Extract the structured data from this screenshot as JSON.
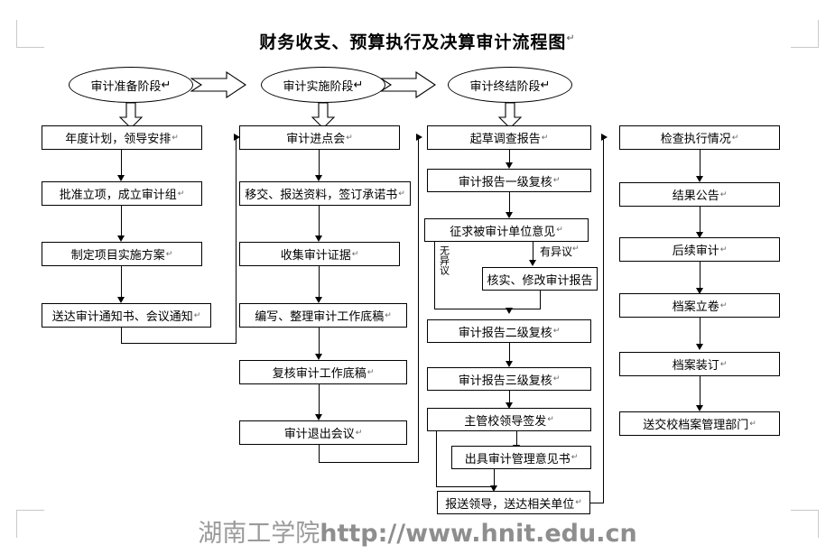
{
  "page": {
    "title": "财务收支、预算执行及决算审计流程图",
    "pilcrow": "↵"
  },
  "phases": [
    {
      "label": "审计准备阶段",
      "pilcrow": "↵"
    },
    {
      "label": "审计实施阶段",
      "pilcrow": "↵"
    },
    {
      "label": "审计终结阶段",
      "pilcrow": "↵"
    }
  ],
  "columns": {
    "preparation": [
      {
        "label": "年度计划，领导安排",
        "pilcrow": "↵"
      },
      {
        "label": "批准立项，成立审计组",
        "pilcrow": "↵"
      },
      {
        "label": "制定项目实施方案",
        "pilcrow": "↵"
      },
      {
        "label": "送达审计通知书、会议通知",
        "pilcrow": "↵"
      }
    ],
    "implementation": [
      {
        "label": "审计进点会",
        "pilcrow": "↵"
      },
      {
        "label": "移交、报送资料，签订承诺书",
        "pilcrow": "↵"
      },
      {
        "label": "收集审计证据",
        "pilcrow": "↵"
      },
      {
        "label": "编写、整理审计工作底稿",
        "pilcrow": "↵"
      },
      {
        "label": "复核审计工作底稿",
        "pilcrow": "↵"
      },
      {
        "label": "审计退出会议",
        "pilcrow": "↵"
      }
    ],
    "conclusion": [
      {
        "label": "起草调查报告",
        "pilcrow": "↵"
      },
      {
        "label": "审计报告一级复核",
        "pilcrow": "↵"
      },
      {
        "label": "征求被审计单位意见",
        "pilcrow": "↵"
      },
      {
        "label": "核实、修改审计报告",
        "pilcrow": ""
      },
      {
        "label": "审计报告二级复核",
        "pilcrow": "↵"
      },
      {
        "label": "审计报告三级复核",
        "pilcrow": "↵"
      },
      {
        "label": "主管校领导签发",
        "pilcrow": "↵"
      },
      {
        "label": "出具审计管理意见书",
        "pilcrow": "↵"
      },
      {
        "label": "报送领导，送达相关单位",
        "pilcrow": "↵"
      }
    ],
    "followup": [
      {
        "label": "检查执行情况",
        "pilcrow": "↵"
      },
      {
        "label": "结果公告",
        "pilcrow": "↵"
      },
      {
        "label": "后续审计",
        "pilcrow": "↵"
      },
      {
        "label": "档案立卷",
        "pilcrow": "↵"
      },
      {
        "label": "档案装订",
        "pilcrow": "↵"
      },
      {
        "label": "送交校档案管理部门",
        "pilcrow": "↵"
      }
    ]
  },
  "edge_labels": {
    "no_objection": "无异议",
    "no_objection_pilcrow": "↵",
    "has_objection": "有异议",
    "has_objection_pilcrow": "↵"
  },
  "watermark": {
    "institution": "湖南工学院",
    "url": "http://www.hnit.edu.cn"
  },
  "colors": {
    "stroke": "#000000",
    "background": "#ffffff",
    "watermark": "#9a9a9a",
    "crop_mark": "#c9c9c9"
  }
}
